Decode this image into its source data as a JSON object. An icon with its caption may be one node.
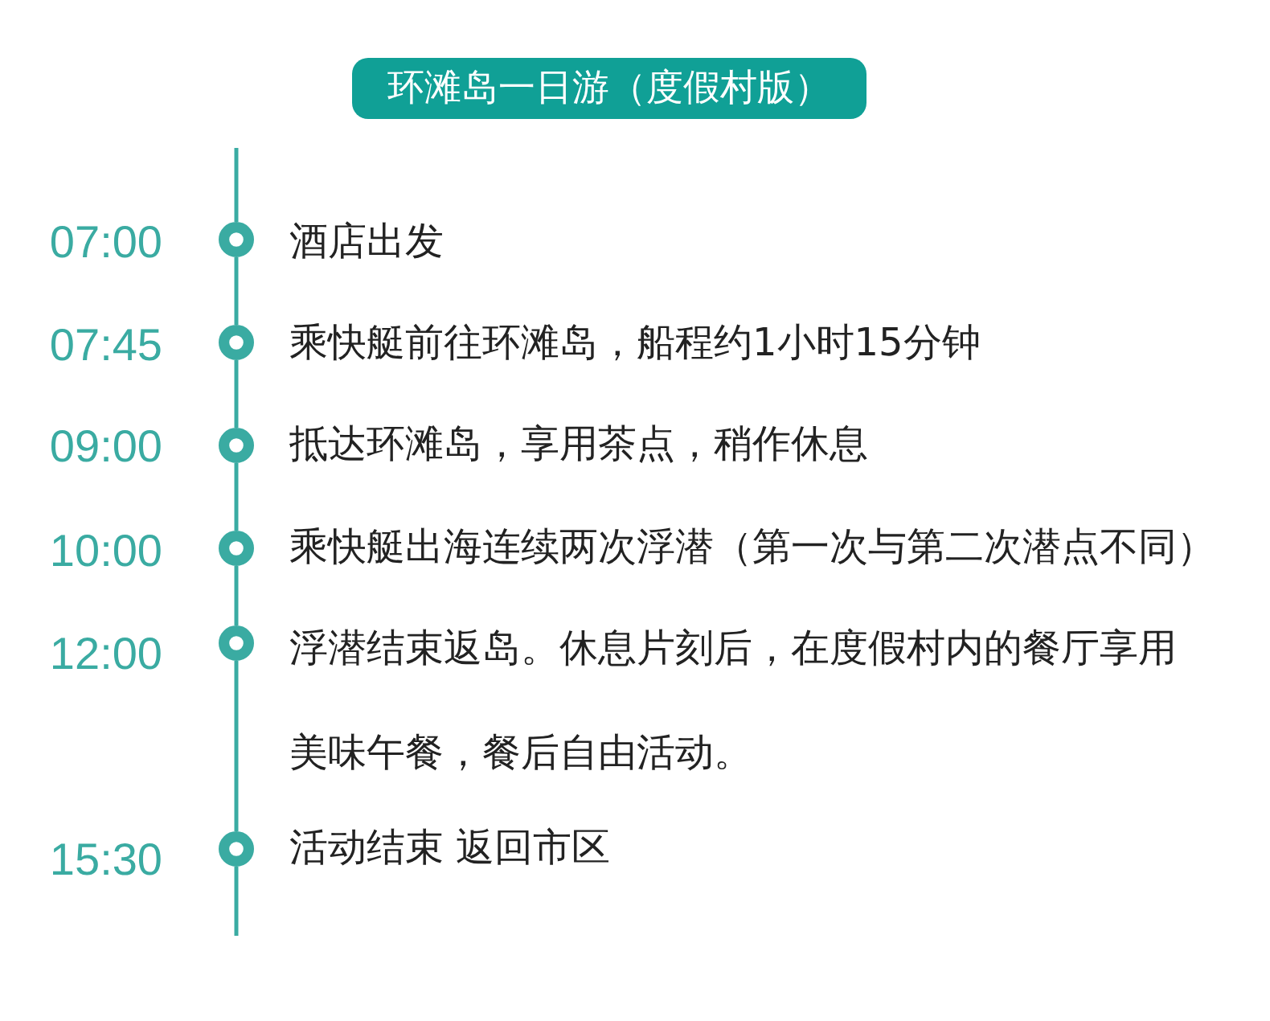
{
  "diagram": {
    "title": "环滩岛一日游（度假村版）",
    "nodes": [
      {
        "text": [],
        "shape": "circle",
        "beside": [
          "07:00",
          "酒店出发"
        ]
      },
      {
        "text": [],
        "shape": "circle",
        "beside": [
          "07:45",
          "乘快艇前往环滩岛，船程约1小时15分钟"
        ]
      },
      {
        "text": [],
        "shape": "circle",
        "beside": [
          "09:00",
          "抵达环滩岛，享用茶点，稍作休息"
        ]
      },
      {
        "text": [],
        "shape": "circle",
        "beside": [
          "10:00",
          "乘快艇出海连续两次浮潜（第一次与第二次潜点不同）"
        ]
      },
      {
        "text": [],
        "shape": "circle",
        "beside": [
          "12:00",
          "浮潜结束返岛。休息片刻后，在度假村内的餐厅享用美味午餐，餐后自由活动。"
        ]
      },
      {
        "text": [],
        "shape": "circle",
        "beside": [
          "15:30",
          "活动结束 返回市区"
        ]
      }
    ],
    "edges": [
      {
        "from": null,
        "to": 0,
        "arrow": "none"
      },
      {
        "from": 0,
        "to": 1,
        "arrow": "none"
      },
      {
        "from": 1,
        "to": 2,
        "arrow": "none"
      },
      {
        "from": 2,
        "to": 3,
        "arrow": "none"
      },
      {
        "from": 3,
        "to": 4,
        "arrow": "none"
      },
      {
        "from": 4,
        "to": 5,
        "arrow": "none"
      },
      {
        "from": 5,
        "to": null,
        "arrow": "none"
      }
    ]
  }
}
